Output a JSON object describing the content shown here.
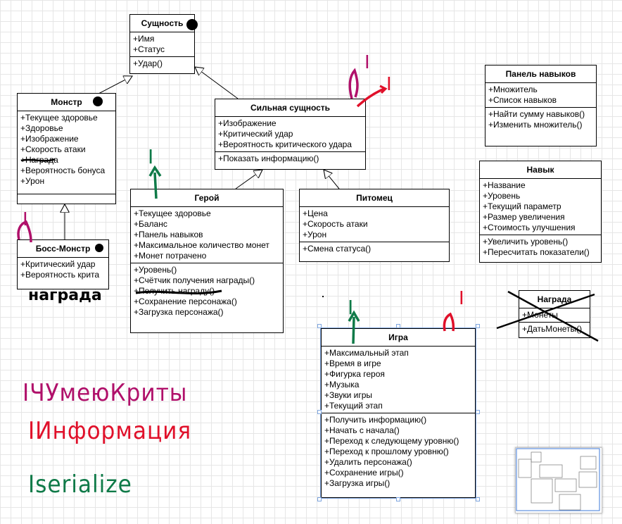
{
  "classes": {
    "entity": {
      "name": "Сущность",
      "attrs": [
        "+Имя",
        "+Статус"
      ],
      "methods": [
        "+Удар()"
      ]
    },
    "monster": {
      "name": "Монстр",
      "attrs": [
        "+Текущее здоровье",
        "+Здоровье",
        "+Изображение",
        "+Скорость атаки",
        "+Награда",
        "+Вероятность бонуса",
        "+Урон"
      ],
      "methods": []
    },
    "boss": {
      "name": "Босс-Монстр",
      "attrs": [
        "+Критический удар",
        "+Вероятность крита"
      ]
    },
    "strong": {
      "name": "Сильная сущность",
      "attrs": [
        "+Изображение",
        "+Критический удар",
        "+Вероятность критического удара"
      ],
      "methods": [
        "+Показать информацию()"
      ]
    },
    "hero": {
      "name": "Герой",
      "attrs": [
        "+Текущее здоровье",
        "+Баланс",
        "+Панель навыков",
        "+Максимальное количество монет",
        "+Монет потрачено"
      ],
      "methods": [
        "+Уровень()",
        "+Счётчик получения награды()",
        "+Получить награду()",
        "+Сохранение персонажа()",
        "+Загрузка персонажа()"
      ]
    },
    "pet": {
      "name": "Питомец",
      "attrs": [
        "+Цена",
        "+Скорость атаки",
        "+Урон"
      ],
      "methods": [
        "+Смена статуса()"
      ]
    },
    "skills_panel": {
      "name": "Панель навыков",
      "attrs": [
        "+Множитель",
        "+Список навыков"
      ],
      "methods": [
        "+Найти сумму навыков()",
        "+Изменить множитель()"
      ]
    },
    "skill": {
      "name": "Навык",
      "attrs": [
        "+Название",
        "+Уровень",
        "+Текущий параметр",
        "+Размер увеличения",
        "+Стоимость улучшения"
      ],
      "methods": [
        "+Увеличить уровень()",
        "+Пересчитать показатели()"
      ]
    },
    "reward": {
      "name": "Награда",
      "attrs": [
        "+Монеты"
      ],
      "methods": [
        "+ДатьМонеты()"
      ]
    },
    "game": {
      "name": "Игра",
      "attrs": [
        "+Максимальный этап",
        "+Время в игре",
        "+Фигурка героя",
        "+Музыка",
        "+Звуки игры",
        "+Текущий этап"
      ],
      "methods": [
        "+Получить информацию()",
        "+Начать с начала()",
        "+Переход к следующему уровню()",
        "+Переход к прошлому уровню()",
        "+Удалить персонажа()",
        "+Сохранение игры()",
        "+Загрузка игры()"
      ]
    }
  },
  "annotations": {
    "boss_note": "награда",
    "legend_1": "IЧУмеюКриты",
    "legend_2": "IИнформация",
    "legend_3": "Iserialize",
    "mark": "I"
  },
  "colors": {
    "purple": "#b0106a",
    "red": "#e0102a",
    "green": "#0f7a48",
    "selection": "#7ea6e0"
  }
}
